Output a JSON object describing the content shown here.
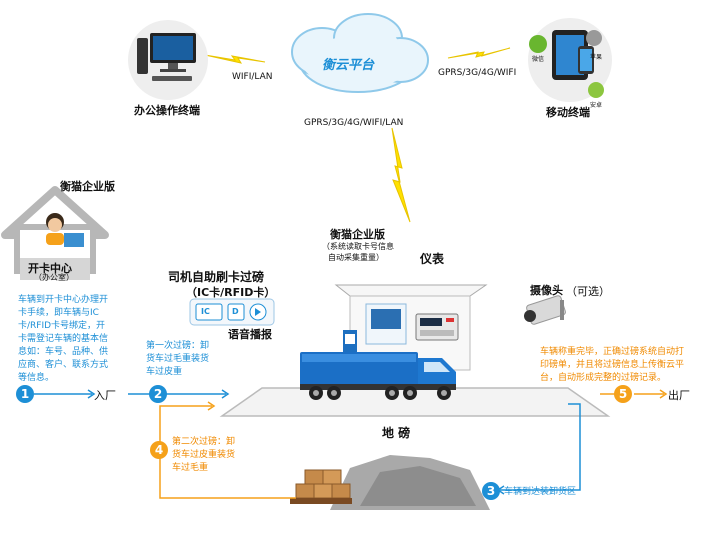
{
  "network": {
    "cloud_label": "衡云平台",
    "office_label": "办公操作终端",
    "mobile_label": "移动终端",
    "link_left": "WIFI/LAN",
    "link_right": "GPRS/3G/4G/WIFI",
    "link_down": "GPRS/3G/4G/WIFI/LAN",
    "app_wechat": "微信",
    "app_apple": "苹果",
    "app_android": "安卓"
  },
  "card_center": {
    "title": "衡猫企业版",
    "house_label": "开卡中心",
    "house_sub": "（办公室）",
    "desc": "车辆到开卡中心办理开卡手续，即车辆与IC卡/RFID卡号绑定，开卡需登记车辆的基本信息如：车号、品种、供应商、客户、联系方式等信息。"
  },
  "selfcard": {
    "title": "司机自助刷卡过磅",
    "sub": "（IC卡/RFID卡）",
    "voice": "语音播报",
    "chip_ic": "IC",
    "chip_d": "D"
  },
  "station": {
    "title": "衡猫企业版",
    "sub1": "（系统读取卡号信息",
    "sub2": "自动采集重量）",
    "meter": "仪表",
    "camera": "摄像头",
    "camera_opt": "（可选）",
    "scale": "地 磅"
  },
  "steps": {
    "s1": "1",
    "s2": "2",
    "s3": "3",
    "s4": "4",
    "s5": "5",
    "enter": "入厂",
    "exit": "出厂",
    "first_weigh": "第一次过磅：卸货车过毛重装货车过皮重",
    "second_weigh": "第二次过磅：卸货车过皮重装货车过毛重",
    "to_area": "车辆到达装卸货区",
    "finish": "车辆称重完毕，正确过磅系统自动打印磅单，并且将过磅信息上传衡云平台，自动形成完整的过磅记录。"
  }
}
